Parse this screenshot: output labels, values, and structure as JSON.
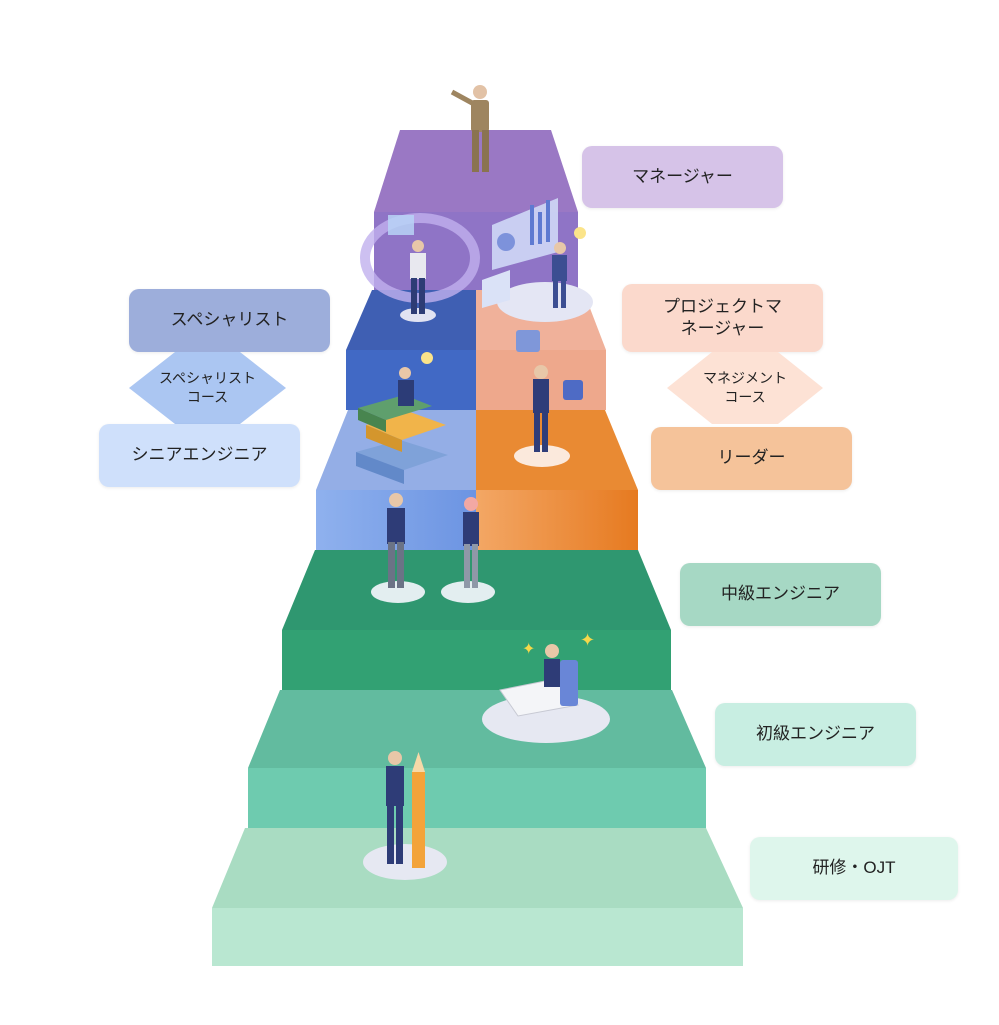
{
  "levels": {
    "manager": "マネージャー",
    "project_manager": "プロジェクトマ\nネージャー",
    "management_course": "マネジメント\nコース",
    "leader": "リーダー",
    "specialist": "スペシャリスト",
    "specialist_course": "スペシャリスト\nコース",
    "senior_engineer": "シニアエンジニア",
    "mid_engineer": "中級エンジニア",
    "junior_engineer": "初級エンジニア",
    "training": "研修・OJT"
  },
  "colors": {
    "manager": "#d6c3e8",
    "project_manager": "#fbd9cc",
    "management_course": "#fde2d5",
    "leader": "#f5c39a",
    "specialist": "#9daedb",
    "specialist_course": "#abc6f2",
    "senior_engineer": "#cfe0fb",
    "mid_engineer": "#a6d8c4",
    "junior_engineer": "#c8eee2",
    "training": "#def6ec"
  }
}
